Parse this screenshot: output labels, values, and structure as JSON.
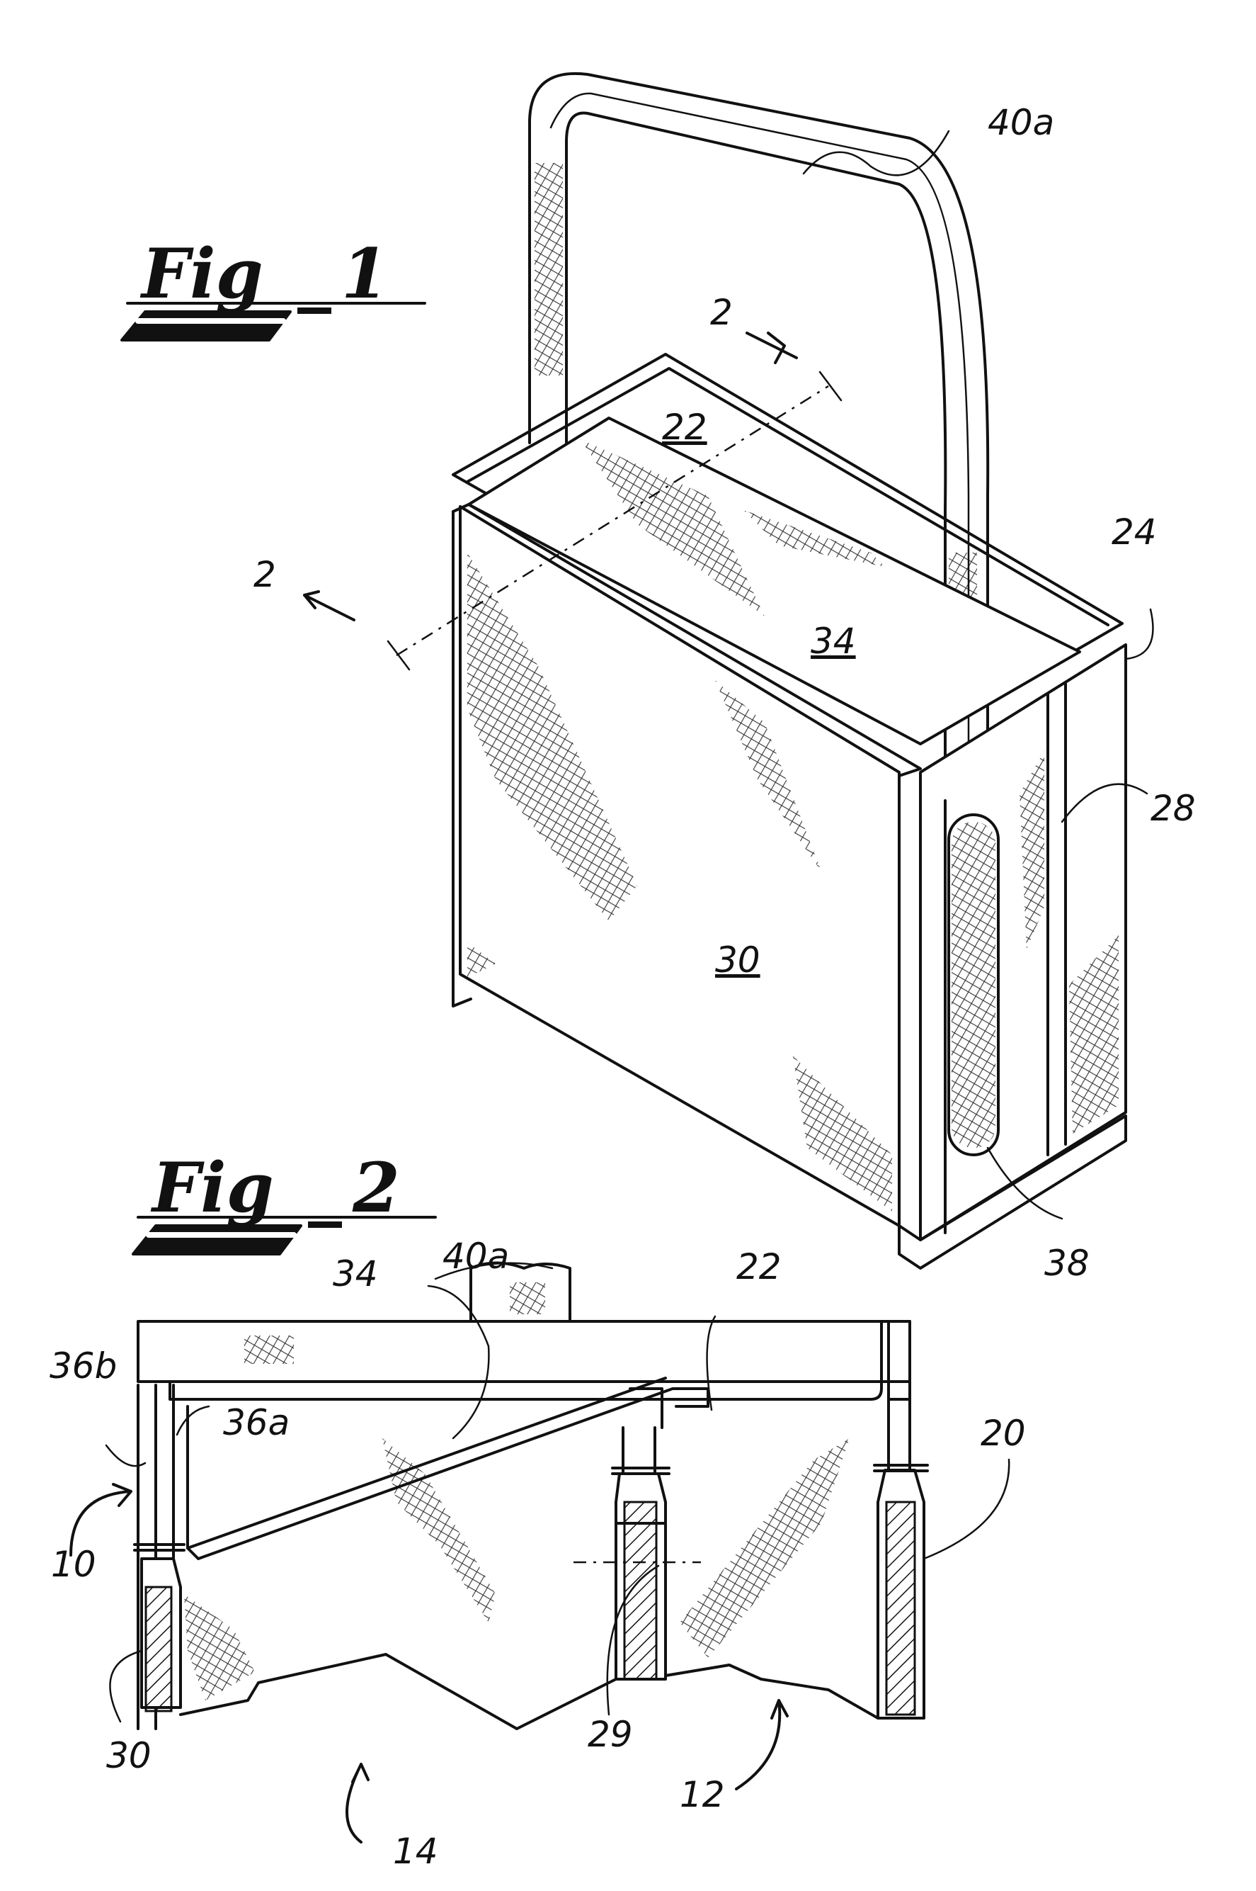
{
  "figures": [
    {
      "title_word": "Fig",
      "number": "1"
    },
    {
      "title_word": "Fig",
      "number": "2"
    }
  ],
  "fig1_labels": {
    "handle": "40a",
    "section_arrow_top": "2",
    "section_arrow_left": "2",
    "top_panel": "22",
    "side_panel": "24",
    "slanted_panel": "34",
    "side_edge": "28",
    "front_panel": "30",
    "vent": "38"
  },
  "fig2_labels": {
    "handle": "40a",
    "top_panel": "22",
    "slanted_panel": "34",
    "layer_b": "36b",
    "layer_a": "36a",
    "assembly": "10",
    "right_wall": "20",
    "center_rib": "29",
    "left_wall": "30",
    "left_pocket": "14",
    "right_pocket": "12"
  }
}
